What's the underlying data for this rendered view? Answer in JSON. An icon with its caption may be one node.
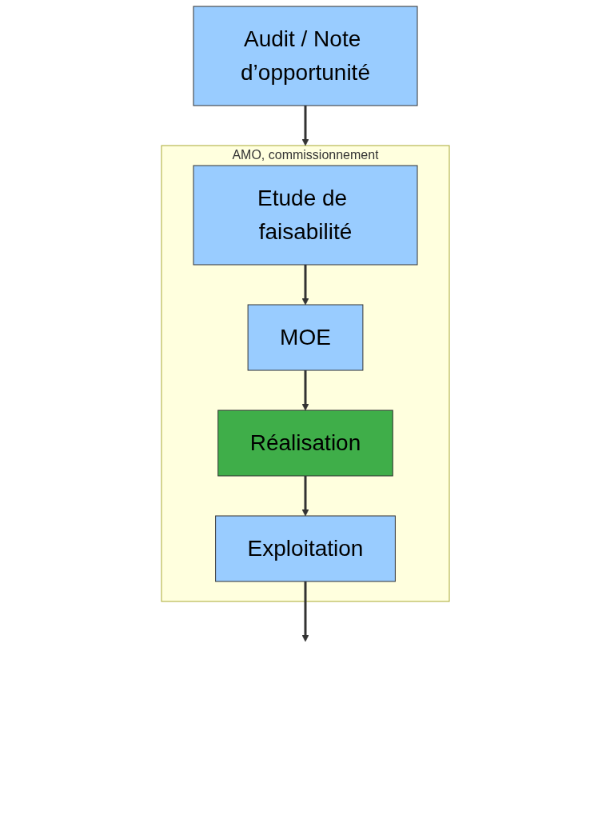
{
  "diagram": {
    "nodes": [
      {
        "text": [
          "Audit / Note d’opportunité"
        ]
      },
      {
        "text": [
          "AMO, commissionnement"
        ]
      },
      {
        "text": [
          "Etude de faisabilité"
        ],
        "in": 1
      },
      {
        "text": [
          "MOE"
        ],
        "in": 1
      },
      {
        "text": [
          "Réalisation"
        ],
        "in": 1
      },
      {
        "text": [
          "Exploitation"
        ],
        "in": 1
      }
    ],
    "edges": [
      {
        "from": 0,
        "to": 1,
        "arrow": "to"
      },
      {
        "from": 2,
        "to": 3,
        "arrow": "to"
      },
      {
        "from": 3,
        "to": 4,
        "arrow": "to"
      },
      {
        "from": 4,
        "to": 5,
        "arrow": "to"
      },
      {
        "from": 5,
        "to": null,
        "arrow": "to"
      }
    ]
  }
}
